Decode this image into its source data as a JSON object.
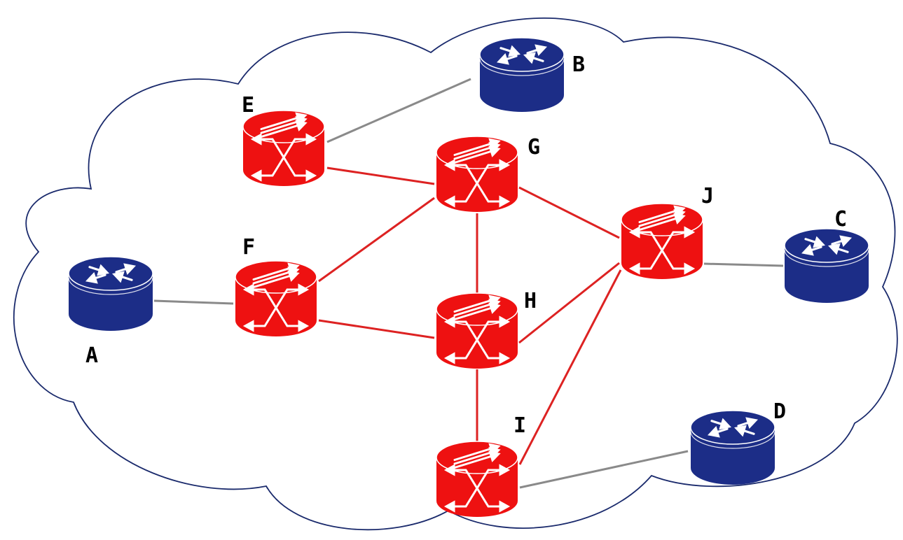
{
  "colors": {
    "cloud_outline": "#1a2a6c",
    "router_blue": "#1c2d87",
    "router_blue_dark": "#142068",
    "switch_red": "#ee1111",
    "switch_red_dark": "#c80c0c",
    "link_core": "#dd2222",
    "link_access": "#8a8a8a",
    "icon_stroke": "#ffffff"
  },
  "nodes": [
    {
      "id": "A",
      "label": "A",
      "kind": "edge-router",
      "icon": "router-icon"
    },
    {
      "id": "B",
      "label": "B",
      "kind": "edge-router",
      "icon": "router-icon"
    },
    {
      "id": "C",
      "label": "C",
      "kind": "edge-router",
      "icon": "router-icon"
    },
    {
      "id": "D",
      "label": "D",
      "kind": "edge-router",
      "icon": "router-icon"
    },
    {
      "id": "E",
      "label": "E",
      "kind": "core-switch",
      "icon": "switch-icon"
    },
    {
      "id": "F",
      "label": "F",
      "kind": "core-switch",
      "icon": "switch-icon"
    },
    {
      "id": "G",
      "label": "G",
      "kind": "core-switch",
      "icon": "switch-icon"
    },
    {
      "id": "H",
      "label": "H",
      "kind": "core-switch",
      "icon": "switch-icon"
    },
    {
      "id": "I",
      "label": "I",
      "kind": "core-switch",
      "icon": "switch-icon"
    },
    {
      "id": "J",
      "label": "J",
      "kind": "core-switch",
      "icon": "switch-icon"
    }
  ],
  "links": [
    {
      "from": "A",
      "to": "F",
      "type": "access"
    },
    {
      "from": "B",
      "to": "E",
      "type": "access"
    },
    {
      "from": "C",
      "to": "J",
      "type": "access"
    },
    {
      "from": "D",
      "to": "I",
      "type": "access"
    },
    {
      "from": "E",
      "to": "G",
      "type": "core"
    },
    {
      "from": "F",
      "to": "G",
      "type": "core"
    },
    {
      "from": "F",
      "to": "H",
      "type": "core"
    },
    {
      "from": "G",
      "to": "H",
      "type": "core"
    },
    {
      "from": "G",
      "to": "J",
      "type": "core"
    },
    {
      "from": "H",
      "to": "J",
      "type": "core"
    },
    {
      "from": "H",
      "to": "I",
      "type": "core"
    },
    {
      "from": "I",
      "to": "J",
      "type": "core"
    }
  ]
}
